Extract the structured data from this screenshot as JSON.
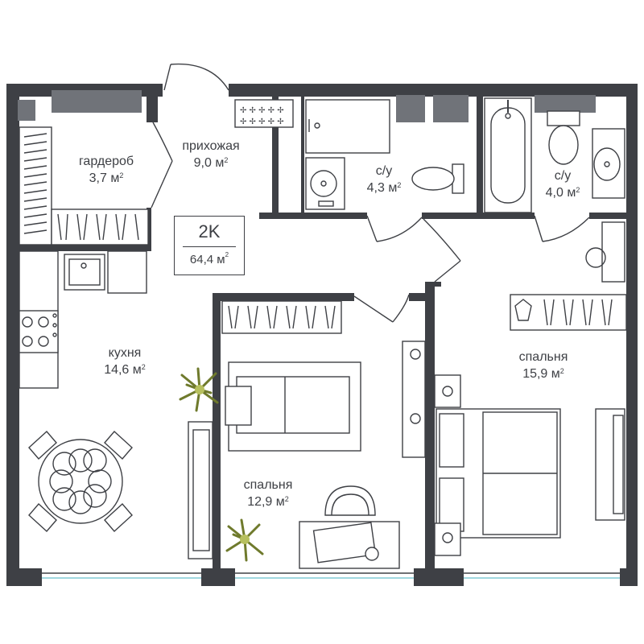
{
  "apartment": {
    "type_code": "2K",
    "total_area": "64,4 м",
    "unit_superscript": "2"
  },
  "rooms": [
    {
      "name": "гардероб",
      "area": "3,7 м"
    },
    {
      "name": "прихожая",
      "area": "9,0 м"
    },
    {
      "name": "с/у",
      "area": "4,3 м"
    },
    {
      "name": "с/у",
      "area": "4,0 м"
    },
    {
      "name": "кухня",
      "area": "14,6 м"
    },
    {
      "name": "спальня",
      "area": "15,9 м"
    },
    {
      "name": "спальня",
      "area": "12,9 м"
    }
  ],
  "icons": {
    "wall": "wall-segment",
    "door": "door-swing-icon",
    "window": "window-icon",
    "plant": "plant-icon",
    "bathtub": "bathtub-icon",
    "toilet": "toilet-icon",
    "sink": "sink-icon",
    "shower": "shower-icon",
    "stove": "stove-icon",
    "bed": "bed-icon",
    "sofa": "sofa-icon",
    "desk": "desk-icon",
    "chair": "chair-icon",
    "dining_table": "dining-table-icon",
    "wardrobe": "wardrobe-icon",
    "lamp": "lamp-icon",
    "nightstand": "nightstand-icon",
    "tv": "tv-icon"
  },
  "colors": {
    "wall": "#3e4045",
    "window": "#707379",
    "glass": "#9fd7df",
    "text": "#3e4045"
  }
}
